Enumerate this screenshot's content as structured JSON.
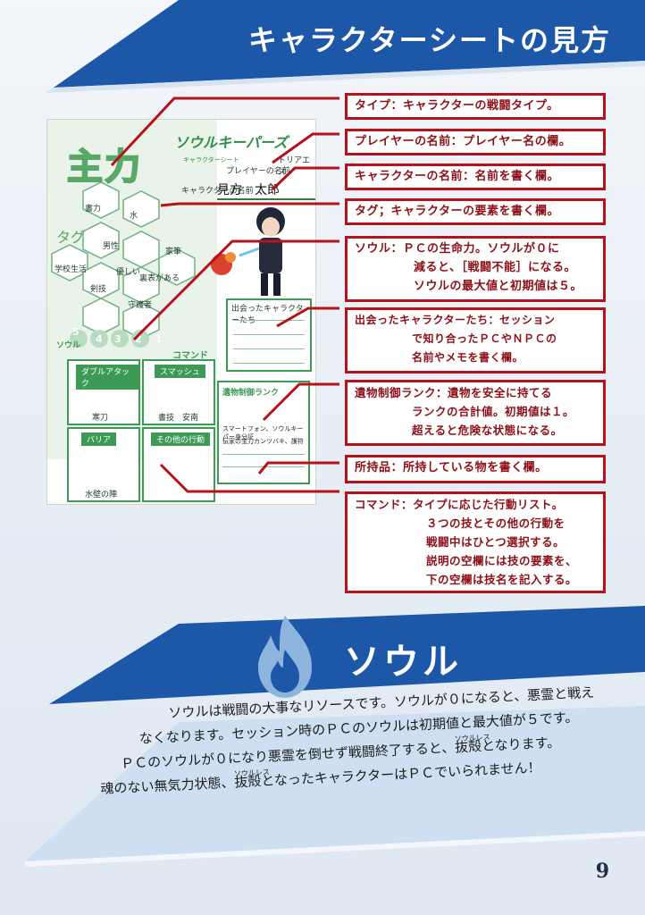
{
  "page": {
    "title": "キャラクターシートの見方",
    "page_number": "9"
  },
  "colors": {
    "banner_blue": "#1d58a8",
    "callout_red": "#b5121b",
    "sheet_green": "#3d9a55"
  },
  "sheet": {
    "big_label": "主力",
    "logo": "ソウルキーパーズ",
    "logo_sub": "キャラクターシート",
    "player_name_label": "プレイヤーの名前",
    "player_name_value": "トリアエズ",
    "character_name_label": "キャラクターの名前",
    "character_name_value": "見方　太郎",
    "tag_label": "タグ",
    "soul_label": "ソウル",
    "soul_values": [
      "5",
      "4",
      "3",
      "2",
      "1"
    ],
    "tags": [
      "書力",
      "水",
      "男性",
      "優しい",
      "学校生活",
      "剣技",
      "守護者",
      "裏表がある",
      "家筆"
    ],
    "encountered_label": "出会ったキャラクターたち",
    "command_label": "コマンド",
    "skills": [
      {
        "name": "ダブルアタック",
        "tag": "寒刀"
      },
      {
        "name": "スマッシュ",
        "tag": "書技　安南"
      },
      {
        "name": "バリア",
        "tag": "水壁の陣"
      },
      {
        "name": "その他の行動",
        "tag": ""
      }
    ],
    "relic_label": "遺物制御ランク",
    "item_lines": [
      "スマートフォン、ソウルキーパー身分証",
      "伝家の宝刀カンツバキ、護符"
    ]
  },
  "callouts": [
    {
      "id": "type",
      "text": "タイプ：キャラクターの戦闘タイプ。"
    },
    {
      "id": "player",
      "text": "プレイヤーの名前：プレイヤー名の欄。"
    },
    {
      "id": "character",
      "text": "キャラクターの名前：名前を書く欄。"
    },
    {
      "id": "tag",
      "text": "タグ；キャラクターの要素を書く欄。"
    },
    {
      "id": "soul",
      "lines": [
        "ソウル：ＰＣの生命力。ソウルが０に",
        "減ると、［戦闘不能］になる。",
        "ソウルの最大値と初期値は５。"
      ]
    },
    {
      "id": "met",
      "lines": [
        "出会ったキャラクターたち：セッション",
        "で知り合ったＰＣやＮＰＣの",
        "名前やメモを書く欄。"
      ]
    },
    {
      "id": "relic",
      "lines": [
        "遺物制御ランク：遺物を安全に持てる",
        "ランクの合計値。初期値は１。",
        "超えると危険な状態になる。"
      ]
    },
    {
      "id": "items",
      "text": "所持品：所持している物を書く欄。"
    },
    {
      "id": "command",
      "lines": [
        "コマンド：タイプに応じた行動リスト。",
        "３つの技とその他の行動を",
        "戦闘中はひとつ選択する。",
        "説明の空欄には技の要素を、",
        "下の空欄は技名を記入する。"
      ]
    }
  ],
  "soul_section": {
    "title": "ソウル",
    "ruby_text": "ソウルレス",
    "lines": [
      "ソウルは戦闘の大事なリソースです。ソウルが０になると、悪霊と戦え",
      "なくなります。セッション時のＰＣのソウルは初期値と最大値が５です。",
      "ＰＣのソウルが０になり悪霊を倒せず戦闘終了すると、",
      "となります。",
      "魂のない無気力状態、",
      "となったキャラクターはＰＣでいられません！"
    ],
    "soulless_word": "抜殻"
  }
}
